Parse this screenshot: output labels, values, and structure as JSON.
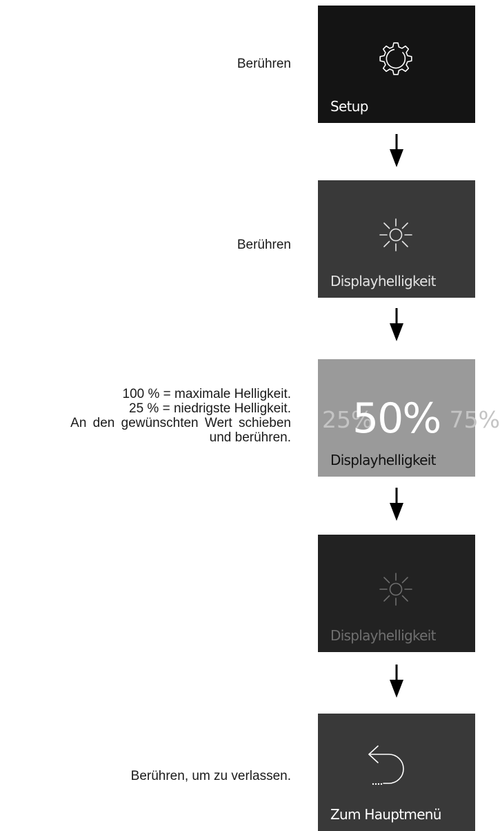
{
  "steps": [
    {
      "instruction": [
        "Berühren"
      ],
      "tile_label": "Setup",
      "icon": "gear-icon",
      "tile_bg": "#141414",
      "label_color": "#ffffff"
    },
    {
      "instruction": [
        "Berühren"
      ],
      "tile_label": "Displayhelligkeit",
      "icon": "sun-icon",
      "tile_bg": "#393939",
      "label_color": "#e2e2e2"
    },
    {
      "instruction": [
        "100 % = maximale Helligkeit.",
        "25 % = niedrigste Helligkeit.",
        "An den gewünschten Wert schieben",
        "und berühren."
      ],
      "tile_label": "Displayhelligkeit",
      "tile_bg": "#9a9a9a",
      "label_color": "#111111",
      "brightness": {
        "selected": "50%",
        "left": "25%",
        "right": "75%"
      }
    },
    {
      "instruction": [],
      "tile_label": "Displayhelligkeit",
      "icon": "sun-icon",
      "tile_bg": "#222222",
      "label_color": "#6f6f6f"
    },
    {
      "instruction": [
        "Berühren, um zu verlassen."
      ],
      "tile_label": "Zum Hauptmenü",
      "icon": "return-arrow-icon",
      "tile_bg": "#393939",
      "label_color": "#ffffff"
    }
  ],
  "arrows": [
    "down-arrow-icon",
    "down-arrow-icon",
    "down-arrow-icon",
    "down-arrow-icon"
  ]
}
